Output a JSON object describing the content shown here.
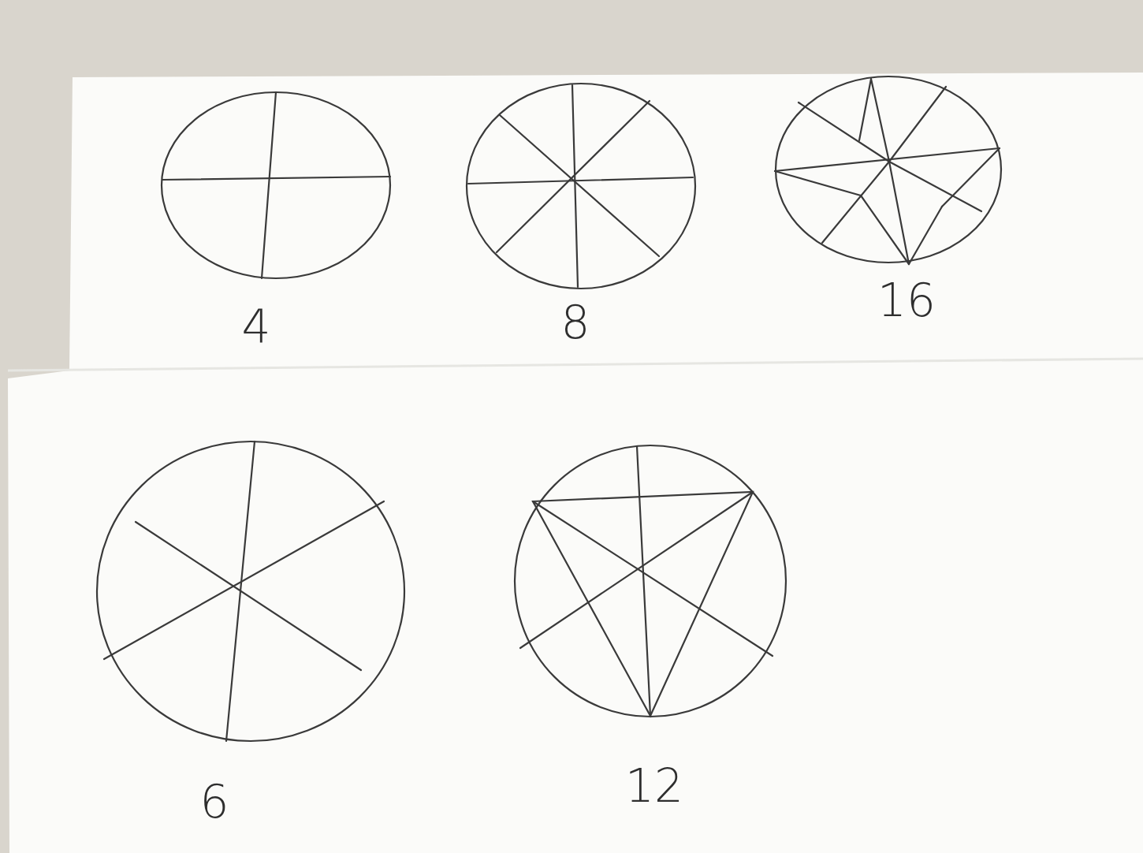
{
  "diagram": {
    "labels": [
      "4",
      "8",
      "16",
      "6",
      "12"
    ]
  }
}
